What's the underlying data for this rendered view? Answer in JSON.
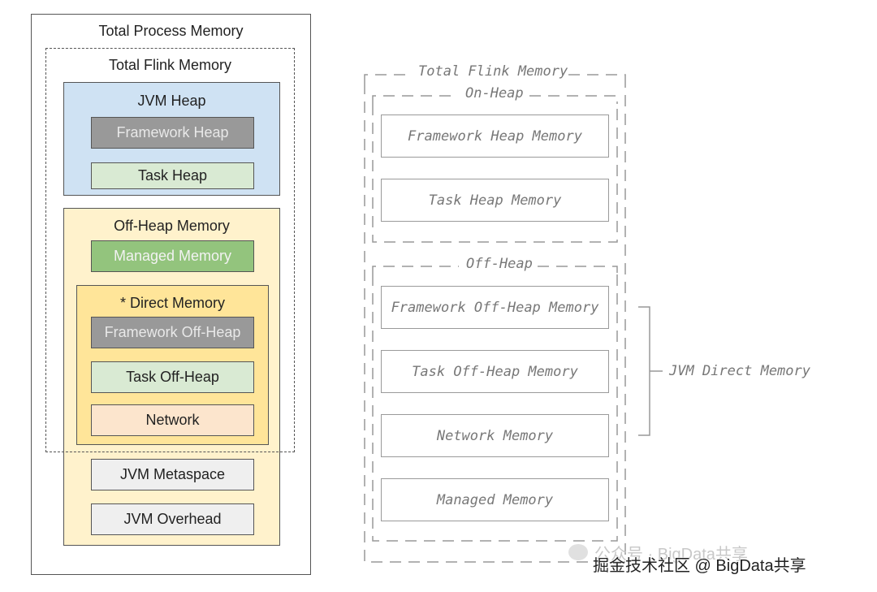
{
  "left_diagram": {
    "total_process": "Total Process Memory",
    "total_flink": "Total Flink Memory",
    "jvm_heap": "JVM Heap",
    "framework_heap": "Framework Heap",
    "task_heap": "Task Heap",
    "off_heap": "Off-Heap Memory",
    "managed": "Managed Memory",
    "direct": "* Direct Memory",
    "framework_off_heap": "Framework Off-Heap",
    "task_off_heap": "Task Off-Heap",
    "network": "Network",
    "metaspace": "JVM Metaspace",
    "overhead": "JVM Overhead"
  },
  "right_diagram": {
    "total_flink": "Total Flink Memory",
    "on_heap": "On-Heap",
    "framework_heap": "Framework Heap Memory",
    "task_heap": "Task Heap Memory",
    "off_heap": "Off-Heap",
    "framework_off_heap": "Framework Off-Heap Memory",
    "task_off_heap": "Task Off-Heap Memory",
    "network": "Network Memory",
    "managed": "Managed Memory",
    "jvm_direct": "JVM Direct Memory"
  },
  "watermark": {
    "account": "公众号 · BigData共享",
    "credit": "掘金技术社区 @ BigData共享"
  },
  "colors": {
    "jvm_heap_bg": "#cfe2f3",
    "off_heap_bg": "#fff2cc",
    "direct_bg": "#ffe599",
    "gray_box": "#999999",
    "green_box": "#d9ead3",
    "managed_box": "#93c47d",
    "network_box": "#fce5cd",
    "light_box": "#efefef"
  }
}
